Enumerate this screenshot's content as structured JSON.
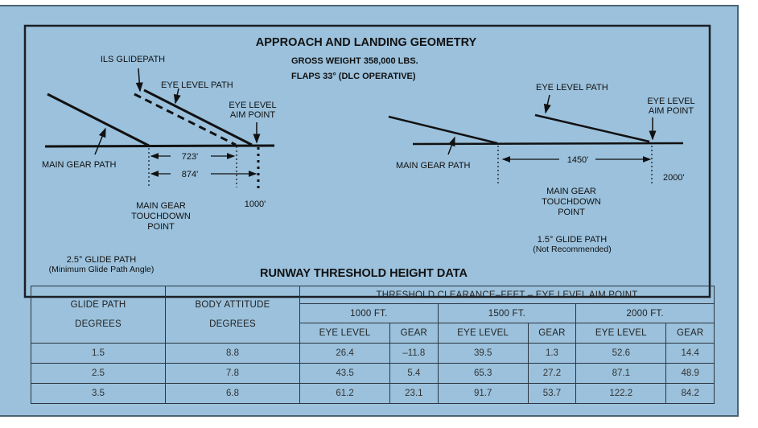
{
  "title": "APPROACH AND LANDING GEOMETRY",
  "gross_weight": "GROSS WEIGHT 358,000 LBS.",
  "flaps": "FLAPS 33° (DLC OPERATIVE)",
  "left_diagram": {
    "ils_glidepath": "ILS GLIDEPATH",
    "eye_level_path": "EYE LEVEL PATH",
    "aim_point_1": "EYE LEVEL",
    "aim_point_2": "AIM POINT",
    "main_gear_path": "MAIN GEAR PATH",
    "dist_1": "723'",
    "dist_2": "874'",
    "aim_distance": "1000'",
    "touchdown_1": "MAIN GEAR",
    "touchdown_2": "TOUCHDOWN",
    "touchdown_3": "POINT",
    "glide_path": "2.5° GLIDE PATH",
    "glide_note": "(Minimum Glide Path Angle)"
  },
  "right_diagram": {
    "eye_level_path": "EYE LEVEL PATH",
    "aim_point_1": "EYE LEVEL",
    "aim_point_2": "AIM POINT",
    "main_gear_path": "MAIN GEAR PATH",
    "dist": "1450'",
    "aim_distance": "2000'",
    "touchdown_1": "MAIN GEAR",
    "touchdown_2": "TOUCHDOWN",
    "touchdown_3": "POINT",
    "glide_path": "1.5° GLIDE PATH",
    "glide_note": "(Not Recommended)"
  },
  "table_title": "RUNWAY THRESHOLD HEIGHT DATA",
  "table": {
    "col_glide": [
      "GLIDE PATH",
      "DEGREES"
    ],
    "col_body": [
      "BODY ATTITUDE",
      "DEGREES"
    ],
    "group": "THRESHOLD CLEARANCE–FEET – EYE LEVEL AIM POINT",
    "distances": [
      "1000 FT.",
      "1500 FT.",
      "2000 FT."
    ],
    "eye_level": "EYE LEVEL",
    "gear": "GEAR",
    "rows": [
      [
        "1.5",
        "8.8",
        "26.4",
        "–11.8",
        "39.5",
        "1.3",
        "52.6",
        "14.4"
      ],
      [
        "2.5",
        "7.8",
        "43.5",
        "5.4",
        "65.3",
        "27.2",
        "87.1",
        "48.9"
      ],
      [
        "3.5",
        "6.8",
        "61.2",
        "23.1",
        "91.7",
        "53.7",
        "122.2",
        "84.2"
      ]
    ]
  }
}
